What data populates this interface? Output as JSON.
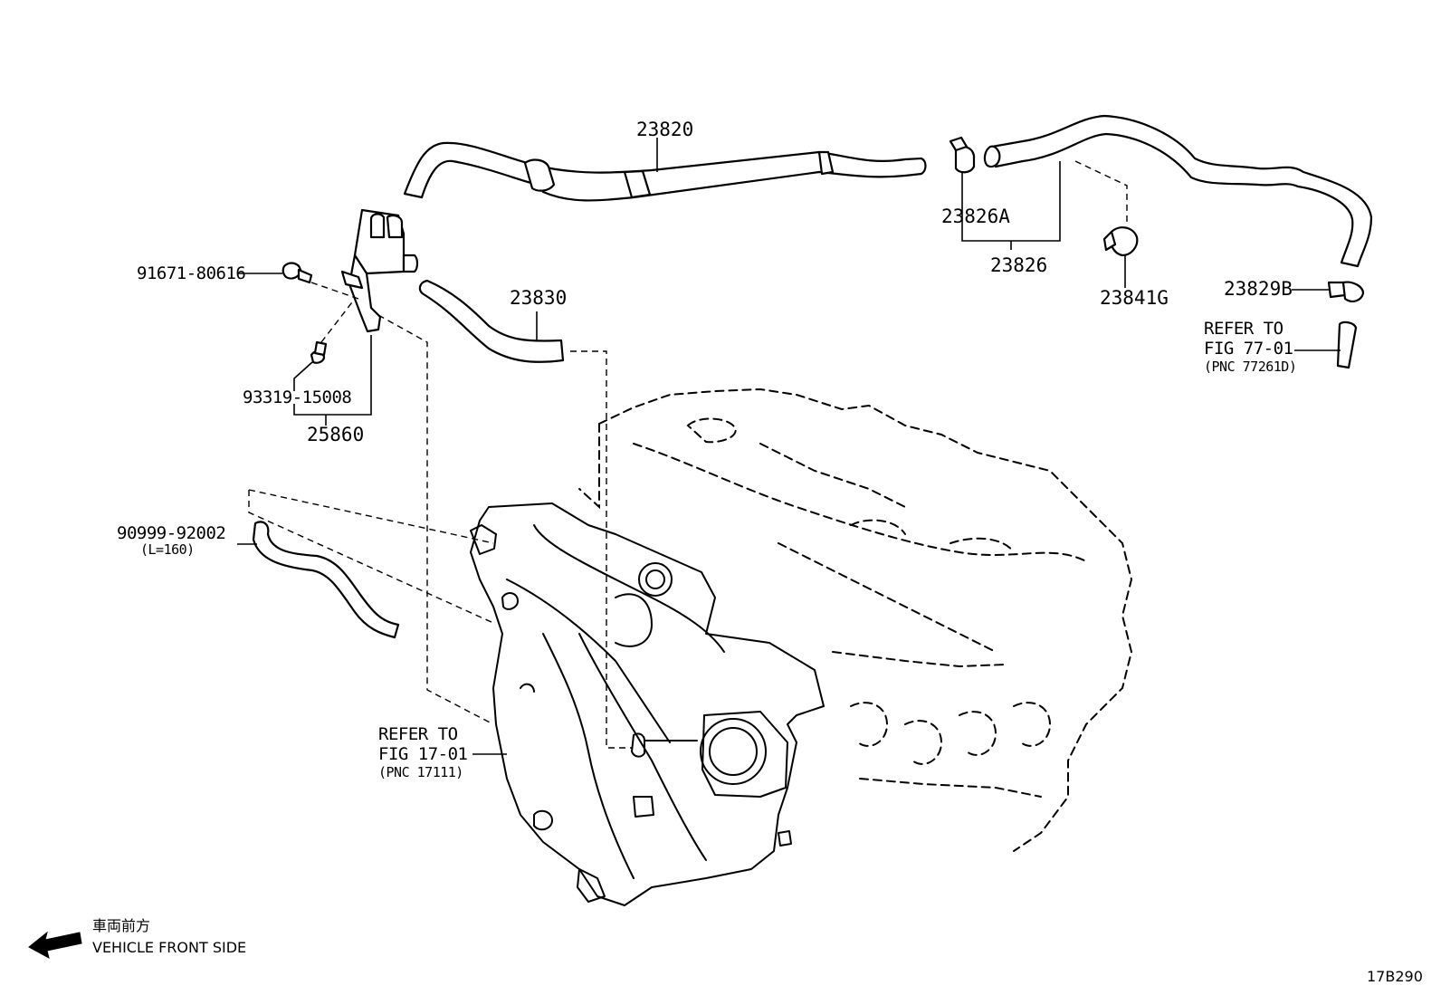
{
  "parts": {
    "p23820": "23820",
    "p23830": "23830",
    "p23826A": "23826A",
    "p23826": "23826",
    "p23841G": "23841G",
    "p23829B": "23829B",
    "p91671": "91671-80616",
    "p93319": "93319-15008",
    "p25860": "25860",
    "p90999": "90999-92002",
    "p90999_len": "(L=160)"
  },
  "refs": {
    "fig77": {
      "line1": "REFER TO",
      "line2": "FIG 77-01",
      "line3": "(PNC 77261D)"
    },
    "fig17": {
      "line1": "REFER TO",
      "line2": "FIG 17-01",
      "line3": "(PNC 17111)"
    }
  },
  "orientation": {
    "jp": "車両前方",
    "en": "VEHICLE FRONT SIDE",
    "icon": "arrow-left-icon"
  },
  "illustration_id": "17B290"
}
